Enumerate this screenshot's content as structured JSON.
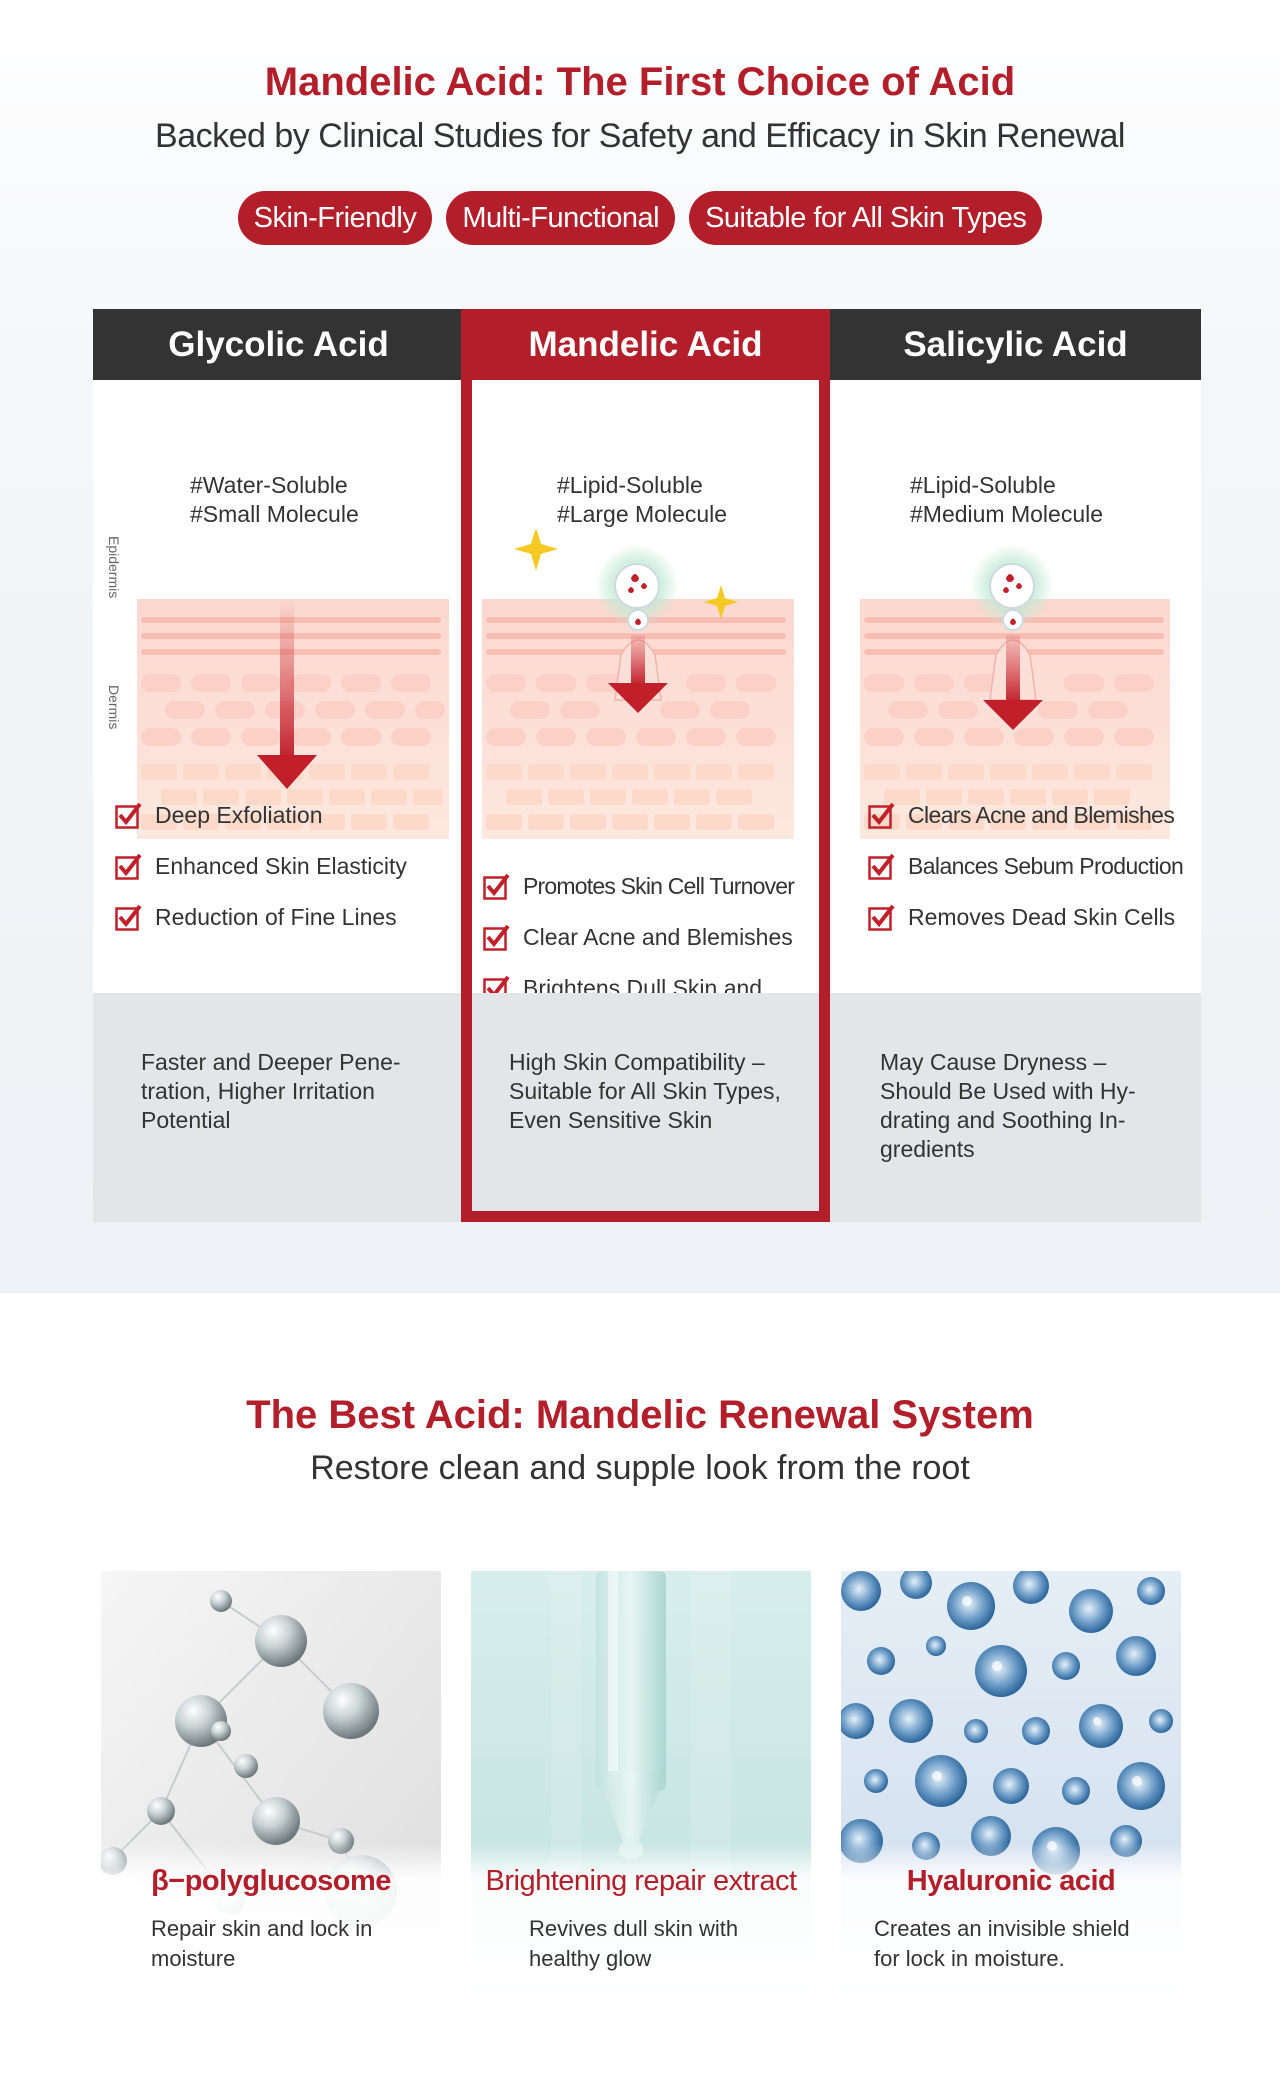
{
  "section1": {
    "title": "Mandelic Acid: The First Choice of Acid",
    "subtitle": "Backed by Clinical Studies for Safety and Efficacy in Skin Renewal",
    "pills": [
      "Skin-Friendly",
      "Multi-Functional",
      "Suitable for All Skin Types"
    ],
    "skin_labels": {
      "epidermis": "Epidermis",
      "dermis": "Dermis"
    },
    "columns": [
      {
        "name": "Glycolic Acid",
        "tags": [
          "#Water-Soluble",
          "#Small Molecule"
        ],
        "benefits": [
          "Deep Exfoliation",
          "Enhanced Skin Elasticity",
          "Reduction of Fine Lines"
        ],
        "note": "Faster and Deeper Pene- tration, Higher Irritation Potential"
      },
      {
        "name": "Mandelic Acid",
        "tags": [
          "#Lipid-Soluble",
          "#Large Molecule"
        ],
        "benefits": [
          "Promotes Skin Cell Turnover",
          "Clear Acne and Blemishes",
          "Brightens Dull Skin and Improves Radiance"
        ],
        "note": "High Skin Compatibility – Suitable for All Skin Types, Even Sensitive Skin"
      },
      {
        "name": "Salicylic Acid",
        "tags": [
          "#Lipid-Soluble",
          "#Medium Molecule"
        ],
        "benefits": [
          "Clears Acne and Blemishes",
          "Balances Sebum Production",
          "Removes Dead Skin Cells"
        ],
        "note": "May Cause Dryness – Should Be Used with Hy- drating and Soothing In- gredients"
      }
    ],
    "colors": {
      "accent": "#b21f2a",
      "dark_header": "#333333",
      "footer_gray": "#e3e5e9"
    }
  },
  "section2": {
    "title": "The Best Acid: Mandelic Renewal System",
    "subtitle": "Restore clean and supple look from the root",
    "cards": [
      {
        "title": "β−polyglucosome",
        "desc": "Repair skin and lock in moisture",
        "image": "molecule-spheres"
      },
      {
        "title": "Brightening repair extract",
        "desc": "Revives dull skin with healthy glow",
        "image": "dropper-pipette"
      },
      {
        "title": "Hyaluronic acid",
        "desc": "Creates an invisible shield for lock in moisture.",
        "image": "blue-bubbles"
      }
    ]
  }
}
